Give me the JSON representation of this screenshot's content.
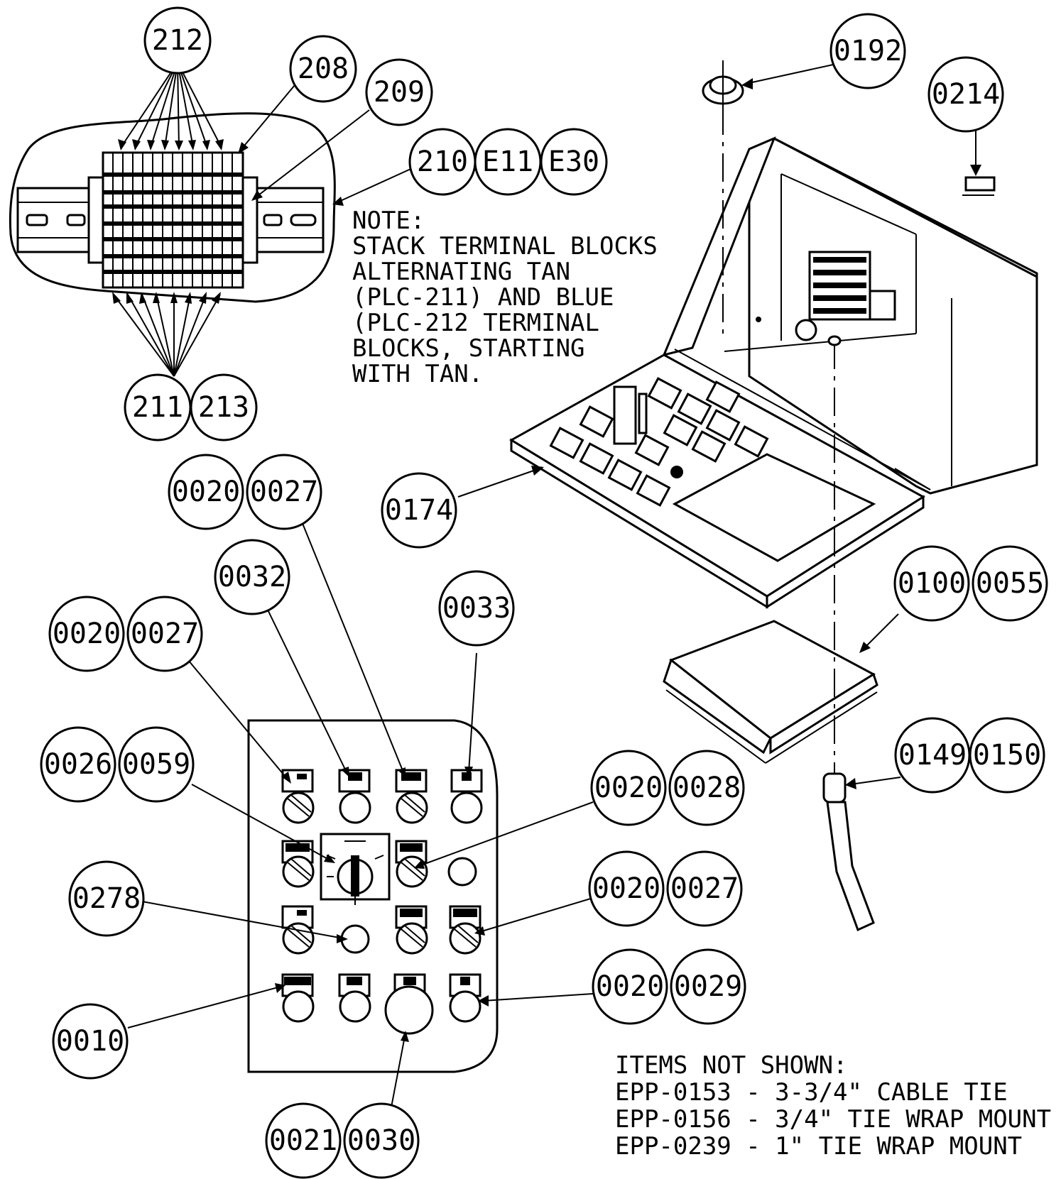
{
  "callouts": {
    "c212": "212",
    "c208": "208",
    "c209": "209",
    "c210": "210",
    "cE11": "E11",
    "cE30": "E30",
    "c211": "211",
    "c213": "213",
    "c0192": "0192",
    "c0214": "0214",
    "c0174": "0174",
    "c0100": "0100",
    "c0055": "0055",
    "c0149": "0149",
    "c0150": "0150",
    "c0020a": "0020",
    "c0027a": "0027",
    "c0032": "0032",
    "c0020b": "0020",
    "c0027b": "0027",
    "c0033": "0033",
    "c0026": "0026",
    "c0059": "0059",
    "c0020c": "0020",
    "c0028": "0028",
    "c0278": "0278",
    "c0020d": "0020",
    "c0027c": "0027",
    "c0020e": "0020",
    "c0029": "0029",
    "c0010": "0010",
    "c0021": "0021",
    "c0030": "0030"
  },
  "note": {
    "line1": "NOTE:",
    "line2": "STACK TERMINAL BLOCKS",
    "line3": "ALTERNATING TAN",
    "line4": "(PLC-211) AND BLUE",
    "line5": "(PLC-212 TERMINAL",
    "line6": "BLOCKS, STARTING",
    "line7": "WITH TAN."
  },
  "items_not_shown": {
    "line1": "ITEMS NOT SHOWN:",
    "line2": "EPP-0153 - 3-3/4\" CABLE TIE",
    "line3": "EPP-0156 - 3/4\" TIE WRAP MOUNT",
    "line4": "EPP-0239 - 1\" TIE WRAP MOUNT"
  }
}
